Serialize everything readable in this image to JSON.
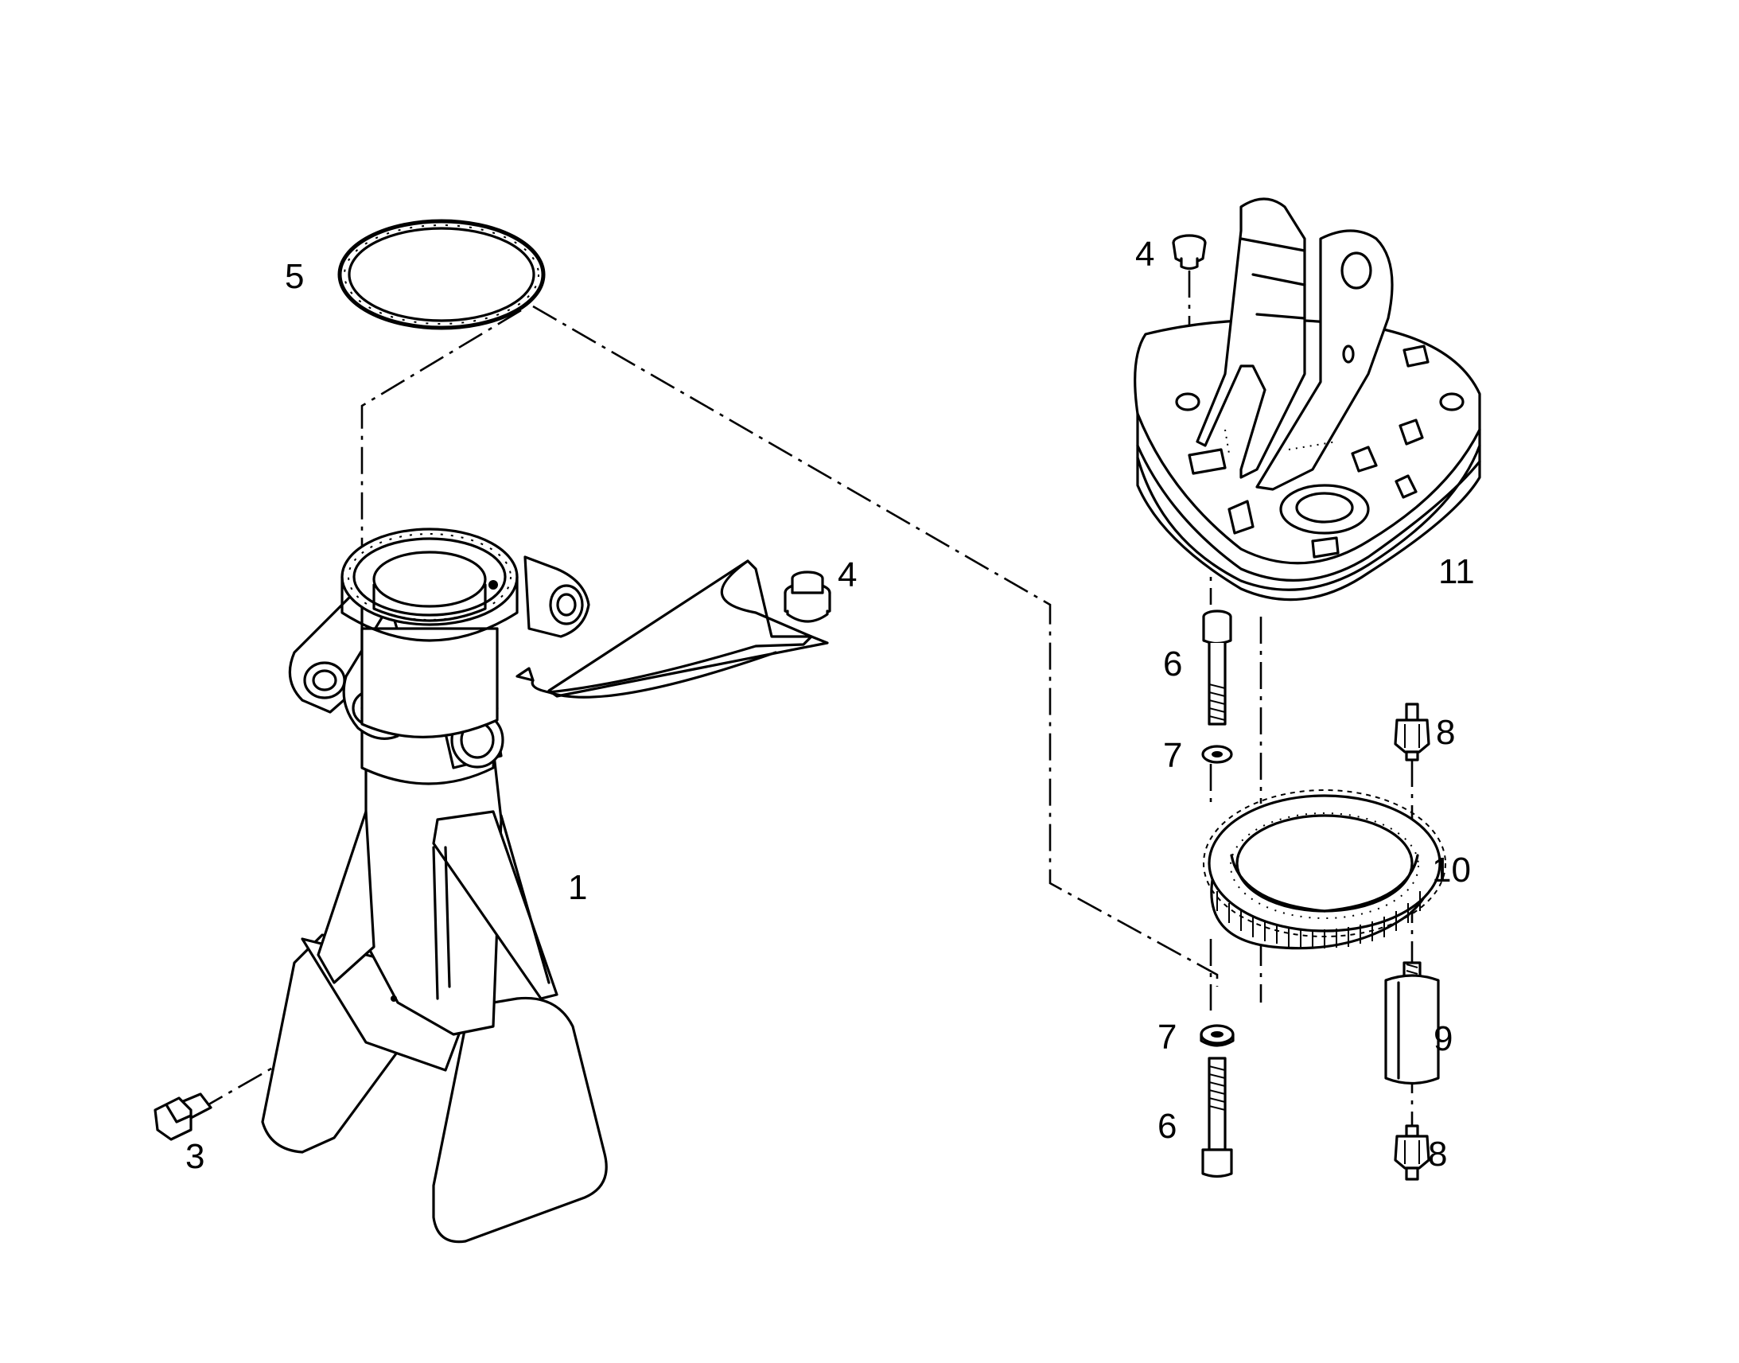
{
  "callouts": {
    "part_1": "1",
    "part_3": "3",
    "part_4_pedestal": "4",
    "part_4_top": "4",
    "part_5": "5",
    "part_6_upper": "6",
    "part_6_lower": "6",
    "part_7_upper": "7",
    "part_7_lower": "7",
    "part_8_upper": "8",
    "part_8_lower": "8",
    "part_9": "9",
    "part_10": "10",
    "part_11": "11"
  }
}
